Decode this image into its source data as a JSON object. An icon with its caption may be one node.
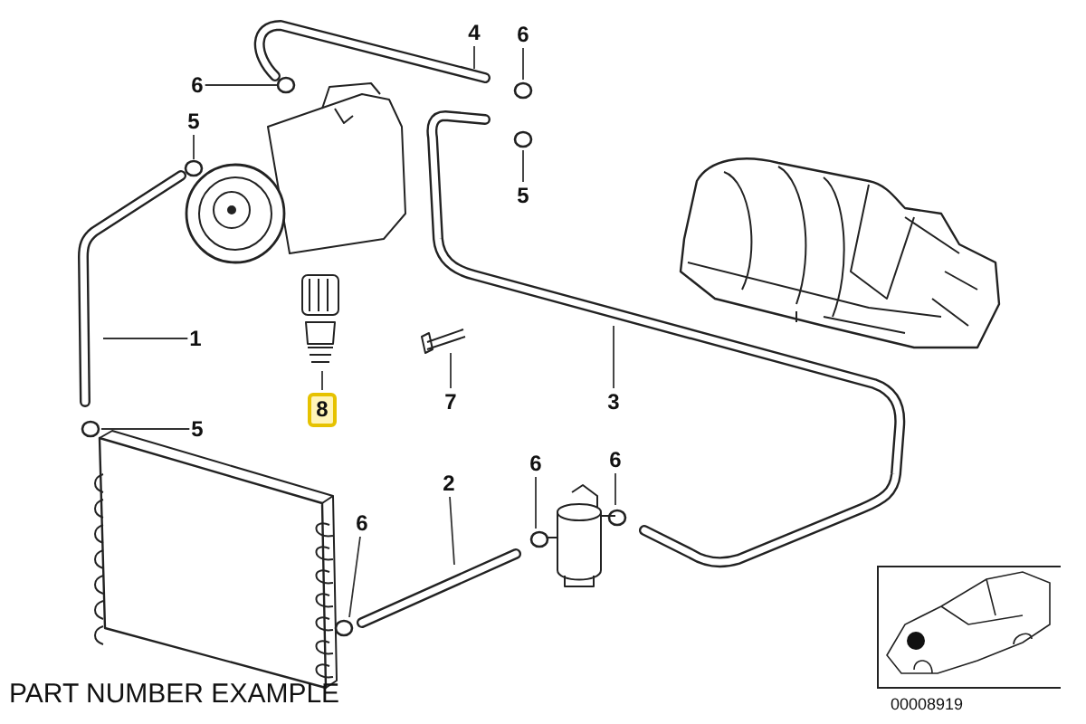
{
  "diagram": {
    "nodes": [
      {
        "text": [
          "4"
        ]
      },
      {
        "text": [
          "6"
        ]
      },
      {
        "text": [
          "6"
        ]
      },
      {
        "text": [
          "5"
        ]
      },
      {
        "text": [
          "5"
        ]
      },
      {
        "text": [
          "1"
        ]
      },
      {
        "text": [
          "8"
        ]
      },
      {
        "text": [
          "7"
        ]
      },
      {
        "text": [
          "3"
        ]
      },
      {
        "text": [
          "5"
        ]
      },
      {
        "text": [
          "2"
        ]
      },
      {
        "text": [
          "6"
        ]
      },
      {
        "text": [
          "6"
        ]
      },
      {
        "text": [
          "6"
        ]
      }
    ],
    "edges": [
      {
        "from": 0,
        "to": null,
        "arrow": "none"
      },
      {
        "from": 1,
        "to": null,
        "arrow": "none"
      },
      {
        "from": 2,
        "to": null,
        "arrow": "none"
      },
      {
        "from": 3,
        "to": null,
        "arrow": "none"
      },
      {
        "from": 4,
        "to": null,
        "arrow": "none"
      },
      {
        "from": 5,
        "to": null,
        "arrow": "none"
      },
      {
        "from": 6,
        "to": null,
        "arrow": "none"
      },
      {
        "from": 7,
        "to": null,
        "arrow": "none"
      },
      {
        "from": 8,
        "to": null,
        "arrow": "none"
      },
      {
        "from": 9,
        "to": null,
        "arrow": "none"
      },
      {
        "from": 10,
        "to": null,
        "arrow": "none"
      },
      {
        "from": 11,
        "to": null,
        "arrow": "none"
      },
      {
        "from": 12,
        "to": null,
        "arrow": "none"
      },
      {
        "from": 13,
        "to": null,
        "arrow": "none"
      }
    ],
    "labels": [
      "PART NUMBER EXAMPLE",
      "00008919"
    ]
  }
}
